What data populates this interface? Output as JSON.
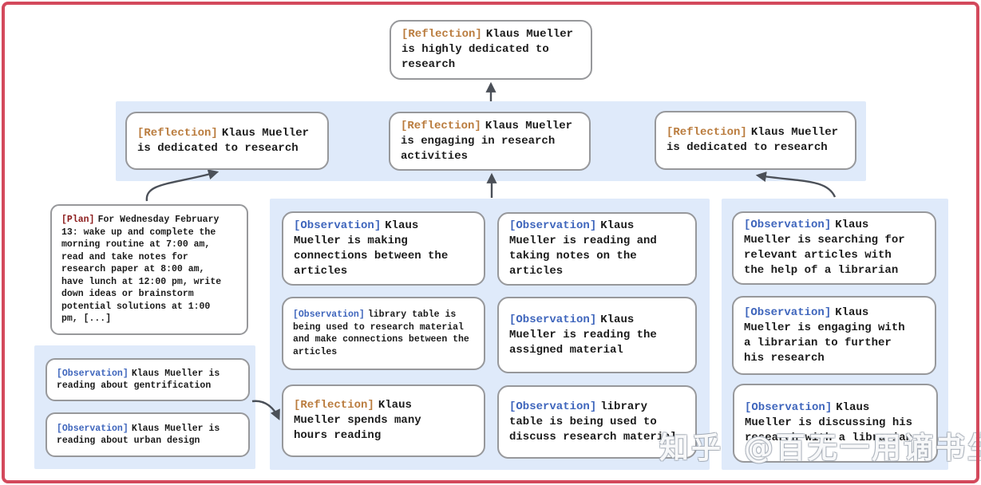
{
  "colors": {
    "frame_red": "#d3495c",
    "band_blue": "#dfeafa",
    "box_border": "#97989b",
    "ink": "#1b1b1b",
    "reflection_tag": "#ba7c3e",
    "observation_tag": "#3e65bc",
    "plan_tag": "#8b1a1a",
    "arrow_gray": "#4b5058"
  },
  "nodes": {
    "root": {
      "label": "[Reflection]",
      "text": "Klaus Mueller is highly dedicated to research"
    },
    "tier2": [
      {
        "label": "[Reflection]",
        "text": "Klaus Mueller is dedicated to research"
      },
      {
        "label": "[Reflection]",
        "text": "Klaus Mueller is engaging in research activities"
      },
      {
        "label": "[Reflection]",
        "text": "Klaus Mueller is dedicated to research"
      }
    ],
    "plan": {
      "label": "[Plan]",
      "text": "For Wednesday February 13: wake up and complete the morning routine at 7:00 am, read and take notes for research paper at 8:00 am, have lunch at 12:00 pm, write down ideas or brainstorm potential solutions at 1:00 pm, [...]"
    },
    "left_observations": [
      {
        "label": "[Observation]",
        "text": "Klaus Mueller is reading about gentrification"
      },
      {
        "label": "[Observation]",
        "text": "Klaus Mueller is reading about urban design"
      }
    ],
    "middle_col1": [
      {
        "label": "[Observation]",
        "text": "Klaus Mueller is making connections between the articles"
      },
      {
        "label": "[Observation]",
        "text": "library table is being used to research material and make connections between the articles"
      },
      {
        "label": "[Reflection]",
        "text": "Klaus Mueller spends many hours reading"
      }
    ],
    "middle_col2": [
      {
        "label": "[Observation]",
        "text": "Klaus Mueller is reading and taking notes on the articles"
      },
      {
        "label": "[Observation]",
        "text": "Klaus Mueller is reading the assigned material"
      },
      {
        "label": "[Observation]",
        "text": "library table is being used to discuss research material"
      }
    ],
    "right_observations": [
      {
        "label": "[Observation]",
        "text": "Klaus Mueller is searching for relevant articles with the help of a librarian"
      },
      {
        "label": "[Observation]",
        "text": "Klaus Mueller is engaging with a librarian to further his research"
      },
      {
        "label": "[Observation]",
        "text": "Klaus Mueller is discussing his research with a librarian"
      }
    ]
  },
  "watermark": {
    "brand": "知乎",
    "handle": "@百无一用谪书生"
  }
}
